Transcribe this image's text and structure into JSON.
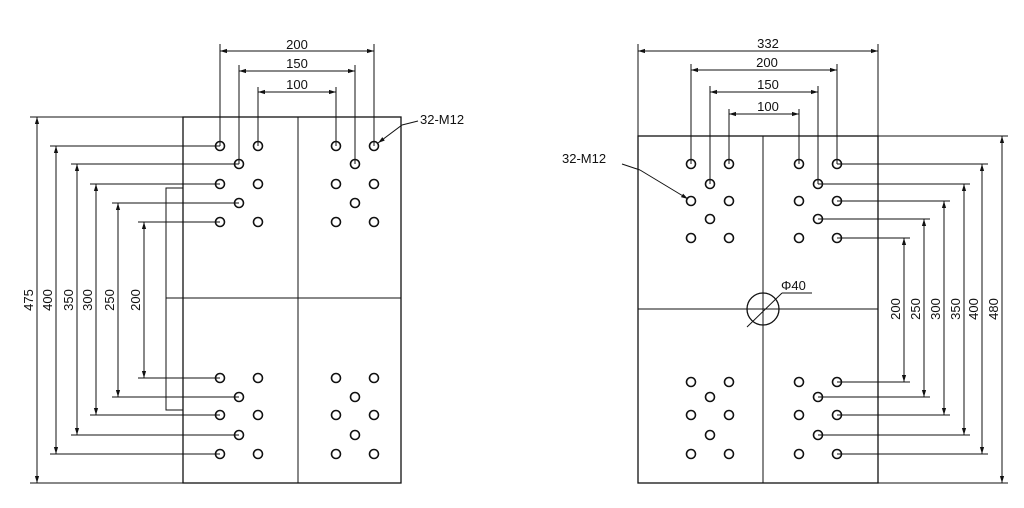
{
  "left_plate": {
    "hole_callout": "32-M12",
    "top_dims": [
      "200",
      "150",
      "100"
    ],
    "side_dims": [
      "475",
      "400",
      "350",
      "300",
      "250",
      "200"
    ]
  },
  "right_plate": {
    "hole_callout": "32-M12",
    "top_dims": [
      "332",
      "200",
      "150",
      "100"
    ],
    "side_dims": [
      "200",
      "250",
      "300",
      "350",
      "400",
      "480"
    ],
    "center_hole": "Φ40"
  }
}
